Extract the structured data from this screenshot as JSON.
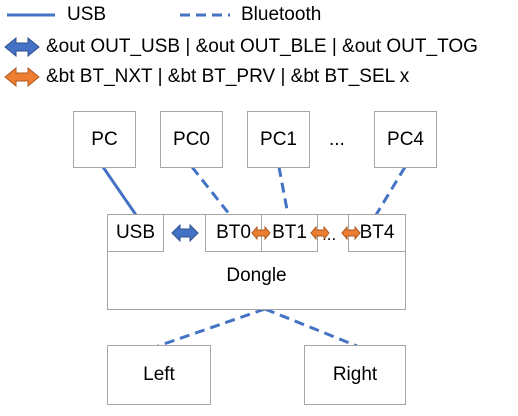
{
  "legend": {
    "usb_label": "USB",
    "bluetooth_label": "Bluetooth",
    "output_keys": "&out OUT_USB | &out OUT_BLE | &out OUT_TOG",
    "bt_keys": "&bt BT_NXT | &bt BT_PRV | &bt BT_SEL x"
  },
  "hosts": {
    "pc": "PC",
    "pc0": "PC0",
    "pc1": "PC1",
    "ellipsis": "...",
    "pc4": "PC4"
  },
  "dongle": {
    "usb_port": "USB",
    "bt0": "BT0",
    "bt1": "BT1",
    "ellipsis": "...",
    "bt4": "BT4",
    "label": "Dongle"
  },
  "halves": {
    "left": "Left",
    "right": "Right"
  },
  "colors": {
    "usb_line": "#4472c4",
    "bluetooth_line": "#4472c4",
    "output_arrow": "#4472c4",
    "bt_arrow": "#ed7d31",
    "box_border": "#a6a6a6"
  },
  "icons": {
    "output_arrow": "double-arrow-icon",
    "bt_arrow": "double-arrow-icon"
  }
}
